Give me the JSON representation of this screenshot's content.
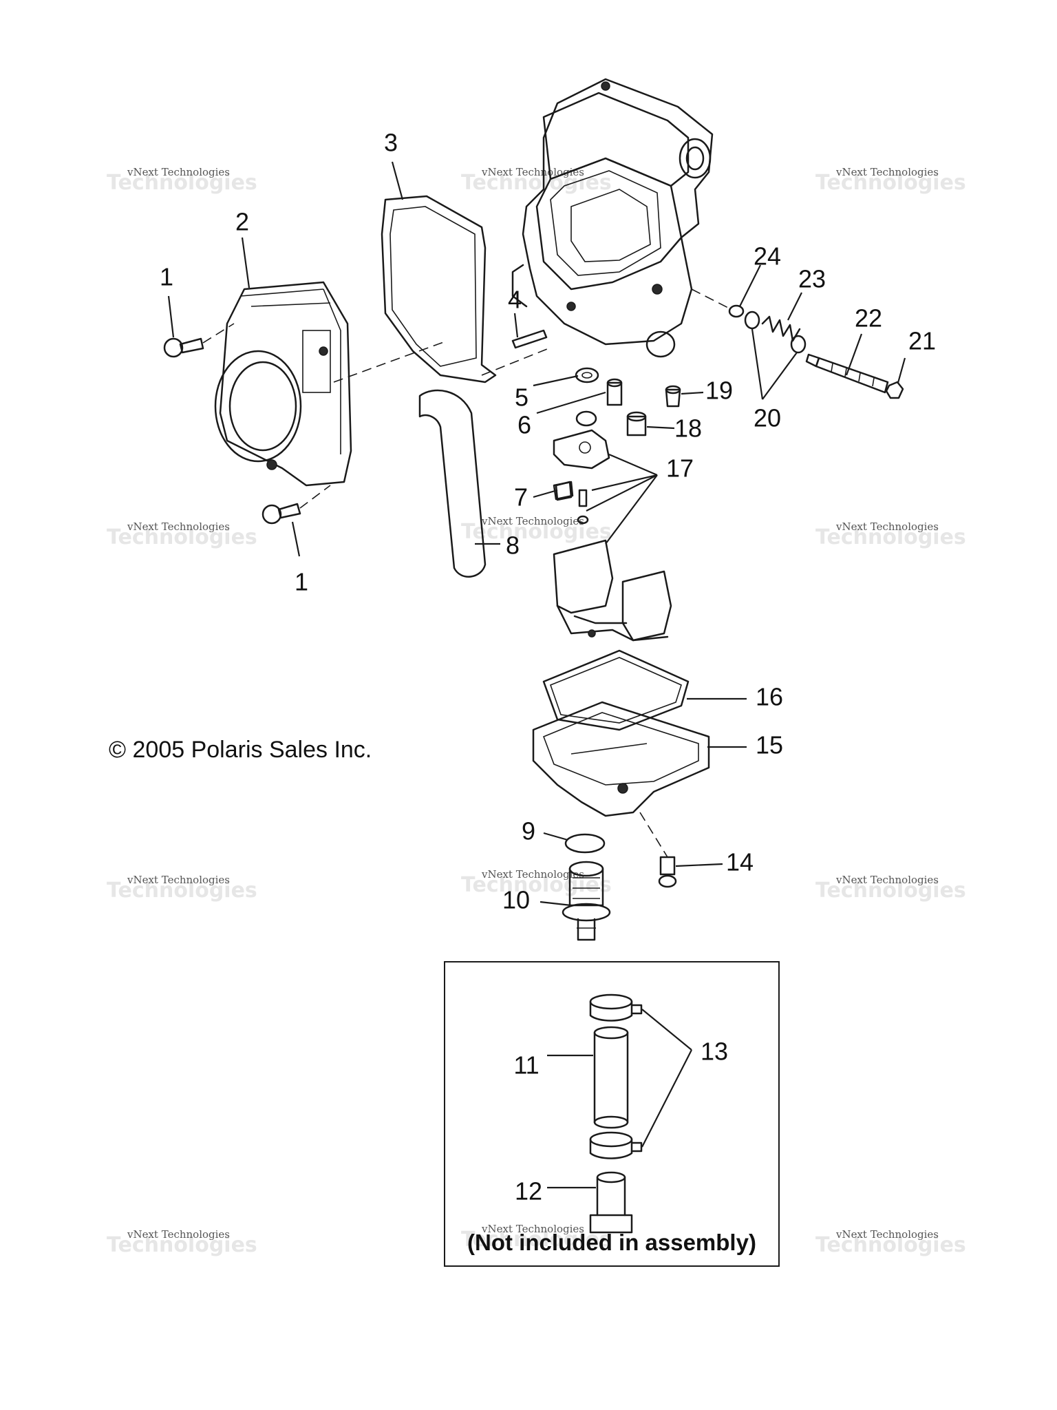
{
  "diagram": {
    "copyright": "© 2005 Polaris Sales Inc.",
    "inset_note": "(Not included in assembly)",
    "watermark": {
      "line1": "vNext Technologies",
      "line2": "Technologies"
    },
    "callouts": [
      "1",
      "2",
      "3",
      "4",
      "5",
      "6",
      "7",
      "8",
      "9",
      "10",
      "11",
      "12",
      "13",
      "14",
      "15",
      "16",
      "17",
      "18",
      "19",
      "20",
      "21",
      "22",
      "23",
      "24",
      "1"
    ]
  }
}
